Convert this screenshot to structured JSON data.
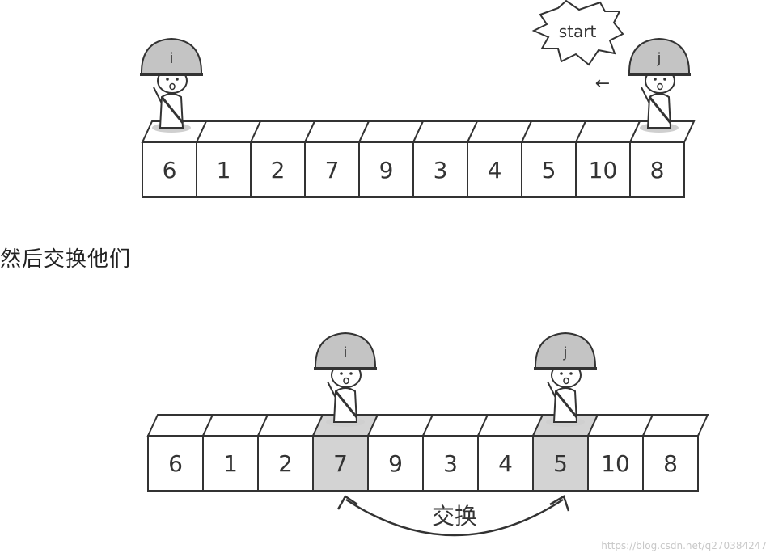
{
  "top_row": {
    "values": [
      "6",
      "1",
      "2",
      "7",
      "9",
      "3",
      "4",
      "5",
      "10",
      "8"
    ],
    "highlighted": [],
    "figures": [
      {
        "label": "i",
        "cell": 0
      },
      {
        "label": "j",
        "cell": 9
      }
    ],
    "speech_bubble": "start",
    "arrow": "←"
  },
  "caption": "然后交换他们",
  "bottom_row": {
    "values": [
      "6",
      "1",
      "2",
      "7",
      "9",
      "3",
      "4",
      "5",
      "10",
      "8"
    ],
    "highlighted": [
      3,
      7
    ],
    "figures": [
      {
        "label": "i",
        "cell": 3
      },
      {
        "label": "j",
        "cell": 7
      }
    ],
    "swap_label": "交换"
  },
  "watermark": "https://blog.csdn.net/q270384247",
  "colors": {
    "stroke": "#333333",
    "cell_fill": "#ffffff",
    "highlight_fill": "#d3d3d3",
    "helmet_fill": "#c4c4c4"
  }
}
